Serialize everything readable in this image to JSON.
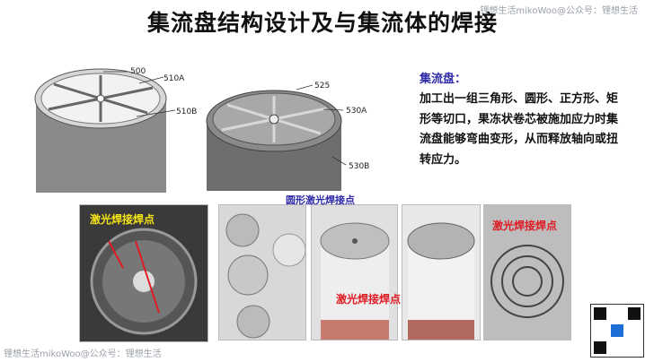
{
  "title": "集流盘结构设计及与集流体的焊接",
  "watermark_top": "锂想生活mikoWoo@公众号：锂想生活",
  "watermark_bottom": "锂想生活mikoWoo@公众号：锂想生活",
  "description": {
    "heading": "集流盘：",
    "text": "加工出一组三角形、圆形、正方形、矩形等切口，果冻状卷芯被施加应力时集流盘能够弯曲变形，从而释放轴向或扭转应力。"
  },
  "diagram_labels": {
    "d1_500": "500",
    "d1_510A": "510A",
    "d1_510B": "510B",
    "d2_525": "525",
    "d2_530A": "530A",
    "d2_530B": "530B"
  },
  "photo_labels": {
    "laser_weld_points_yellow": "激光焊接焊点",
    "circular_laser_weld_points": "圆形激光焊接点",
    "laser_weld_points_red_center": "激光焊接焊点",
    "laser_weld_points_red_right": "激光焊接焊点"
  },
  "colors": {
    "title": "#111111",
    "heading": "#2f2aa8",
    "red_label": "#e01b24",
    "yellow_label": "#f5e417",
    "blue_label": "#2f2aa8"
  }
}
